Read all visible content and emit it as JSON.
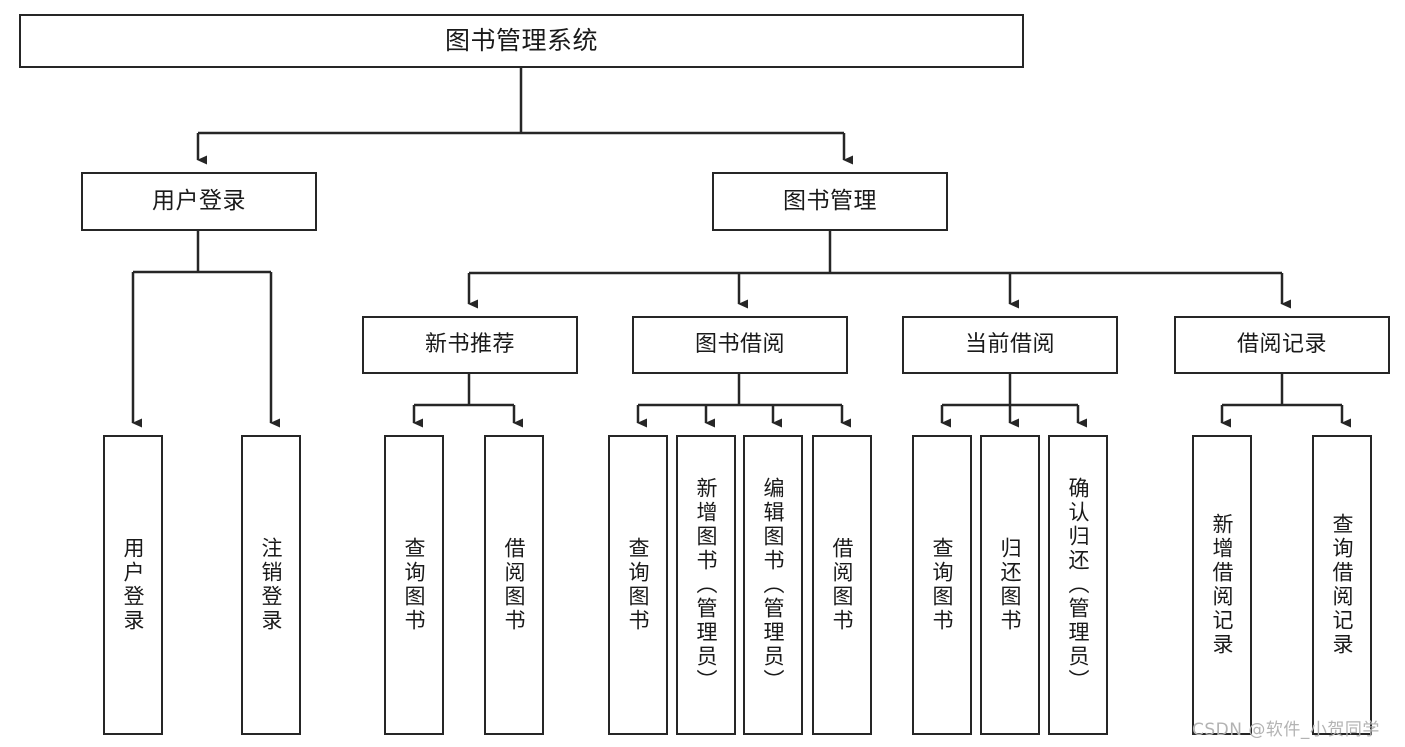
{
  "diagram": {
    "title": "图书管理系统",
    "type": "hierarchy-tree",
    "stroke_color": "#262626",
    "fill_color": "#ffffff",
    "text_color": "#1a1a1a",
    "nodes": {
      "root": {
        "label": "图书管理系统"
      },
      "level1": [
        {
          "label": "用户登录"
        },
        {
          "label": "图书管理"
        }
      ],
      "level2": [
        {
          "label": "新书推荐"
        },
        {
          "label": "图书借阅"
        },
        {
          "label": "当前借阅"
        },
        {
          "label": "借阅记录"
        }
      ],
      "leaves": {
        "user_login": [
          {
            "label": "用户登录"
          },
          {
            "label": "注销登录"
          }
        ],
        "new_book": [
          {
            "label": "查询图书"
          },
          {
            "label": "借阅图书"
          }
        ],
        "book_borrow": [
          {
            "label": "查询图书"
          },
          {
            "label": "新增图书（管理员）"
          },
          {
            "label": "编辑图书（管理员）"
          },
          {
            "label": "借阅图书"
          }
        ],
        "current_borrow": [
          {
            "label": "查询图书"
          },
          {
            "label": "归还图书"
          },
          {
            "label": "确认归还（管理员）"
          }
        ],
        "borrow_record": [
          {
            "label": "新增借阅记录"
          },
          {
            "label": "查询借阅记录"
          }
        ]
      }
    },
    "watermark": "CSDN @软件_小贺同学"
  }
}
